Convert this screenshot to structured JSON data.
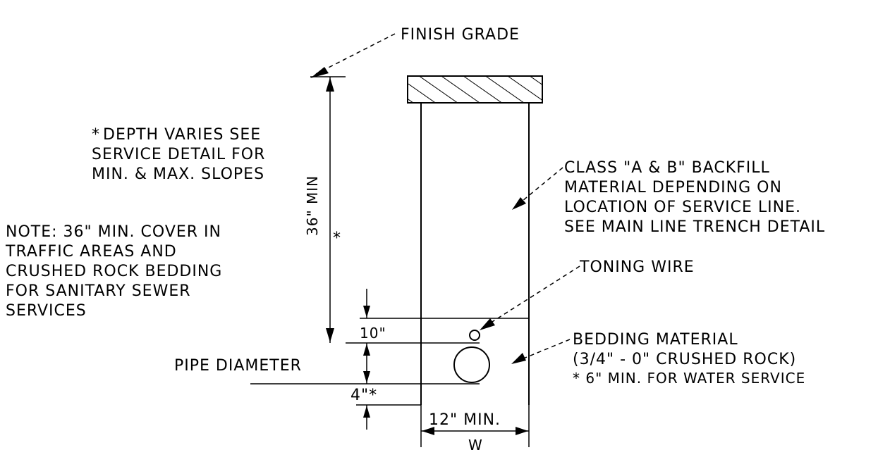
{
  "labels": {
    "finish_grade": "FINISH GRADE",
    "depth_note": [
      "DEPTH VARIES SEE",
      "SERVICE DETAIL FOR",
      "MIN. & MAX. SLOPES"
    ],
    "cover_note": [
      "NOTE:  36\" MIN. COVER IN",
      "TRAFFIC AREAS AND",
      "CRUSHED ROCK BEDDING",
      "FOR SANITARY SEWER",
      "SERVICES"
    ],
    "backfill_note": [
      "CLASS \"A & B\" BACKFILL",
      "MATERIAL DEPENDING ON",
      "LOCATION OF SERVICE LINE.",
      "SEE MAIN LINE TRENCH DETAIL"
    ],
    "toning_wire": "TONING WIRE",
    "bedding_note": [
      "BEDDING MATERIAL",
      "(3/4\" - 0\" CRUSHED ROCK)",
      "* 6\" MIN. FOR WATER SERVICE"
    ],
    "pipe_diameter": "PIPE DIAMETER"
  },
  "dimensions": {
    "depth_min": "36\" MIN",
    "depth_star": "*",
    "above_pipe": "10\"",
    "below_pipe": "4\"*",
    "trench_width": "12\" MIN.",
    "width_symbol": "W"
  },
  "symbols": {
    "asterisk": "*"
  }
}
